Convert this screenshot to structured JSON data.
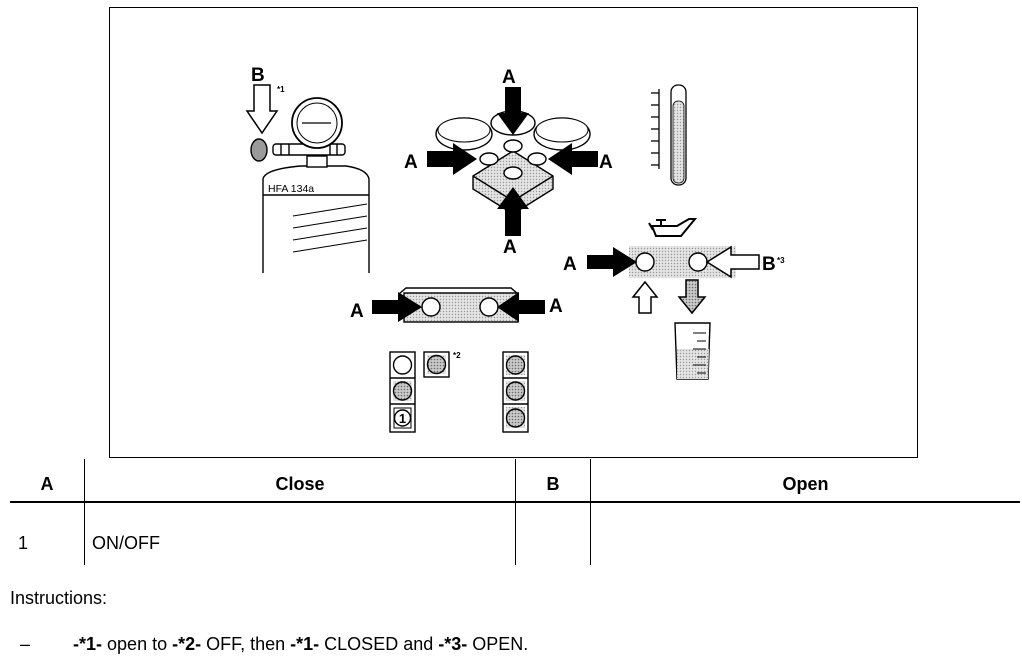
{
  "figure": {
    "callout_a": "A",
    "callout_b": "B",
    "note_1": "*1",
    "note_2": "*2",
    "note_3": "*3",
    "bottle_label": "HFA 134a",
    "indicator_number": "1"
  },
  "legend": {
    "headers": [
      "A",
      "Close",
      "B",
      "Open"
    ],
    "row": {
      "key": "1",
      "value": "ON/OFF"
    }
  },
  "instructions": {
    "title": "Instructions:",
    "dash": "–",
    "segments": [
      {
        "text": "-*1-",
        "bold": true
      },
      {
        "text": " open to ",
        "bold": false
      },
      {
        "text": "-*2-",
        "bold": true
      },
      {
        "text": " OFF, then ",
        "bold": false
      },
      {
        "text": "-*1-",
        "bold": true
      },
      {
        "text": " CLOSED and ",
        "bold": false
      },
      {
        "text": "-*3-",
        "bold": true
      },
      {
        "text": " OPEN.",
        "bold": false
      }
    ]
  }
}
